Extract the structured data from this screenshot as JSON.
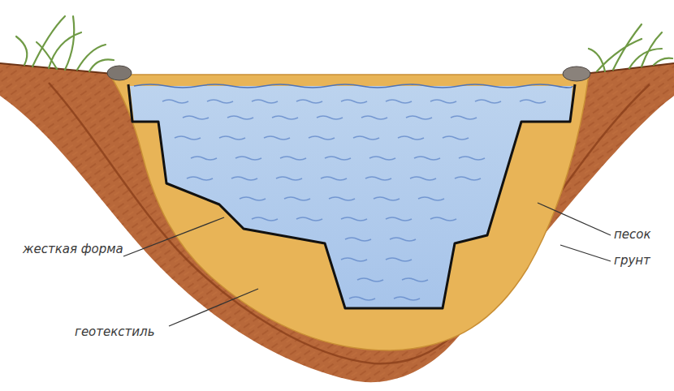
{
  "diagram": {
    "labels": [
      "жесткая форма",
      "песок",
      "грунт",
      "геотекстиль"
    ]
  }
}
